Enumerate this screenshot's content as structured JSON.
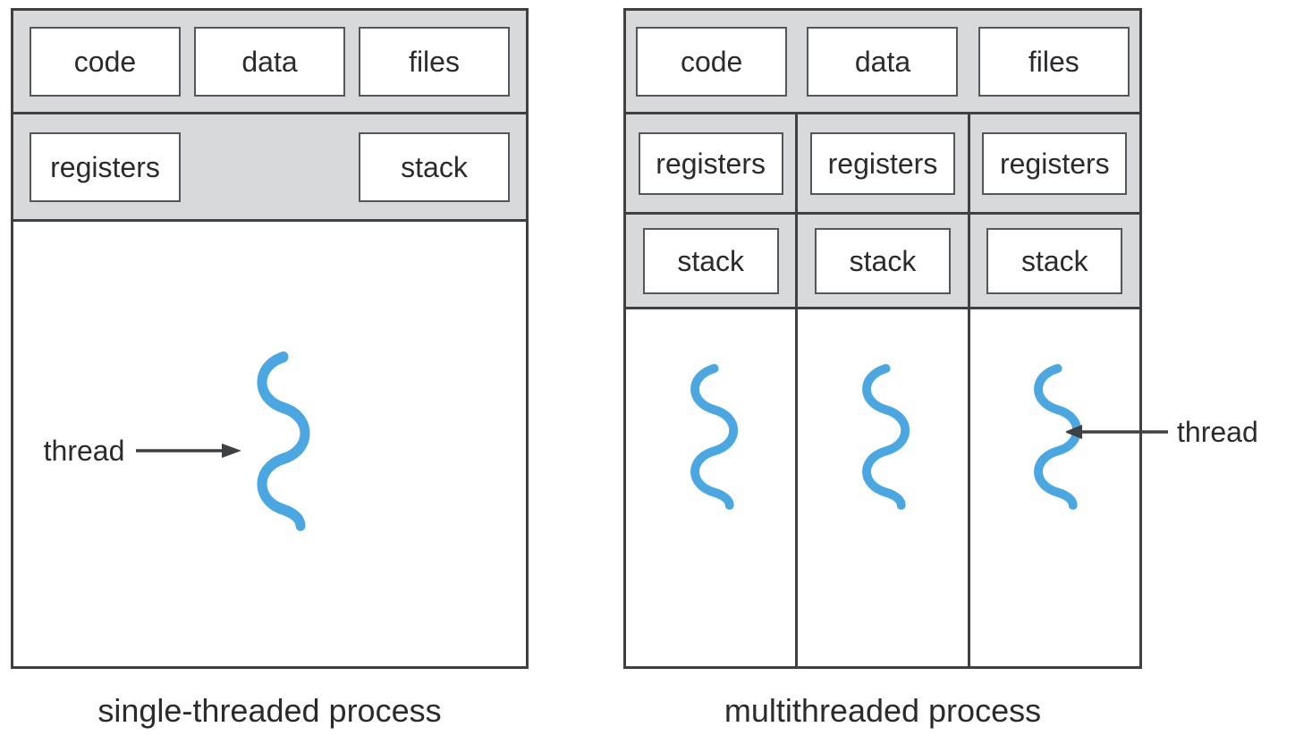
{
  "colors": {
    "band_gray": "#d8d9da",
    "line_dark": "#3f4042",
    "cell_border": "#55565a",
    "thread_blue": "#4aa7e2",
    "text": "#2b2b2d"
  },
  "left_process": {
    "cells_top": [
      "code",
      "data",
      "files"
    ],
    "cell_registers": "registers",
    "cell_stack": "stack",
    "thread_label": "thread",
    "caption": "single-threaded process"
  },
  "right_process": {
    "cells_top": [
      "code",
      "data",
      "files"
    ],
    "cells_registers": [
      "registers",
      "registers",
      "registers"
    ],
    "cells_stack": [
      "stack",
      "stack",
      "stack"
    ],
    "thread_label": "thread",
    "caption": "multithreaded process"
  }
}
